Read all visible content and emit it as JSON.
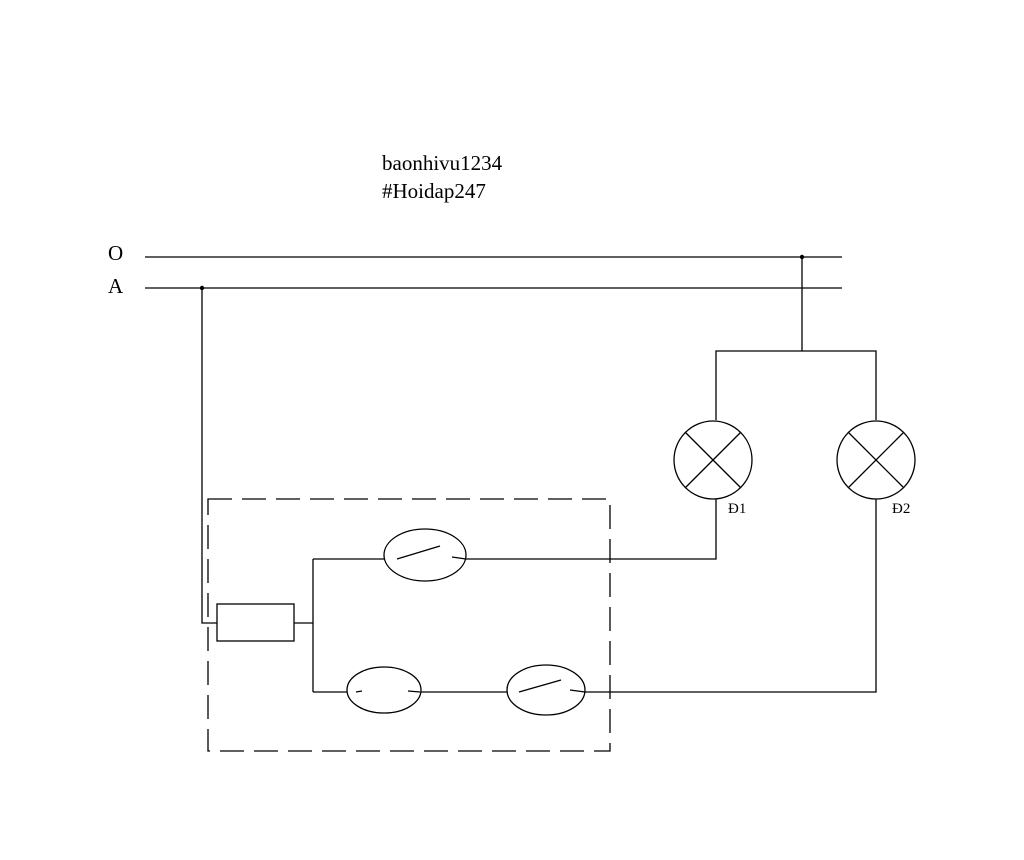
{
  "watermark": {
    "line1": "baonhivu1234",
    "line2": "#Hoidap247"
  },
  "rails": {
    "neutral_label": "O",
    "phase_label": "A"
  },
  "lamps": [
    {
      "label": "Đ1"
    },
    {
      "label": "Đ2"
    }
  ],
  "colors": {
    "ink": "#000000",
    "background": "#ffffff"
  }
}
